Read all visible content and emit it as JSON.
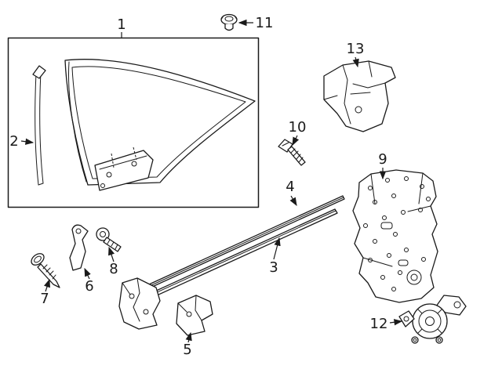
{
  "colors": {
    "line": "#1a1a1a",
    "background": "#ffffff"
  },
  "callouts": [
    {
      "num": "1",
      "part": "quarter-glass-assembly"
    },
    {
      "num": "2",
      "part": "glass-run-weatherstrip"
    },
    {
      "num": "3",
      "part": "belt-molding-outer"
    },
    {
      "num": "4",
      "part": "belt-molding-inner"
    },
    {
      "num": "5",
      "part": "support-bracket"
    },
    {
      "num": "6",
      "part": "guide-bracket"
    },
    {
      "num": "7",
      "part": "screw"
    },
    {
      "num": "8",
      "part": "retainer-clip"
    },
    {
      "num": "9",
      "part": "regulator-panel"
    },
    {
      "num": "10",
      "part": "bolt"
    },
    {
      "num": "11",
      "part": "grommet-nut"
    },
    {
      "num": "12",
      "part": "window-motor"
    },
    {
      "num": "13",
      "part": "corner-bracket"
    }
  ]
}
